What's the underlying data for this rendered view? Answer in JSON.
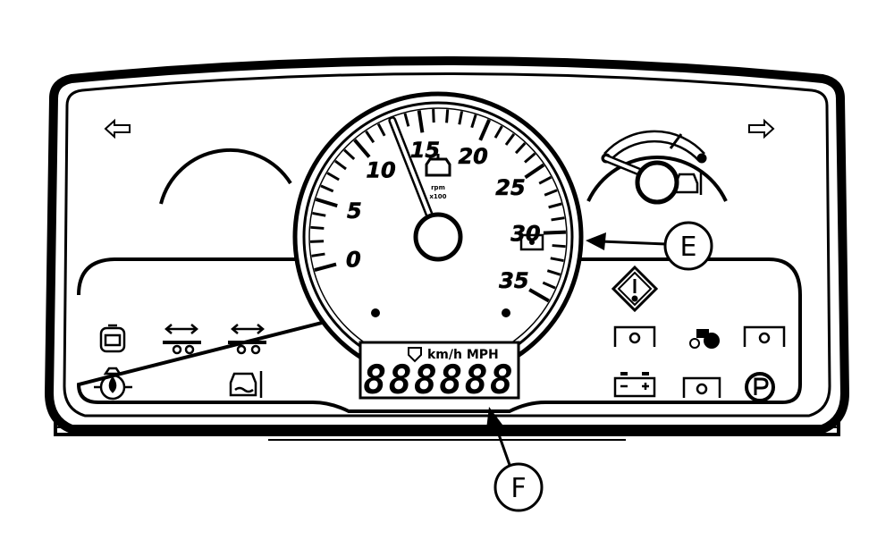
{
  "gauge": {
    "tick_labels": [
      "0",
      "5",
      "10",
      "15",
      "20",
      "25",
      "30",
      "35"
    ],
    "unit_top": "rpm",
    "unit_bottom": "x100",
    "needle_value": 13
  },
  "display": {
    "units": "km/h MPH",
    "digits": "888888"
  },
  "callouts": {
    "e_label": "E",
    "f_label": "F"
  }
}
